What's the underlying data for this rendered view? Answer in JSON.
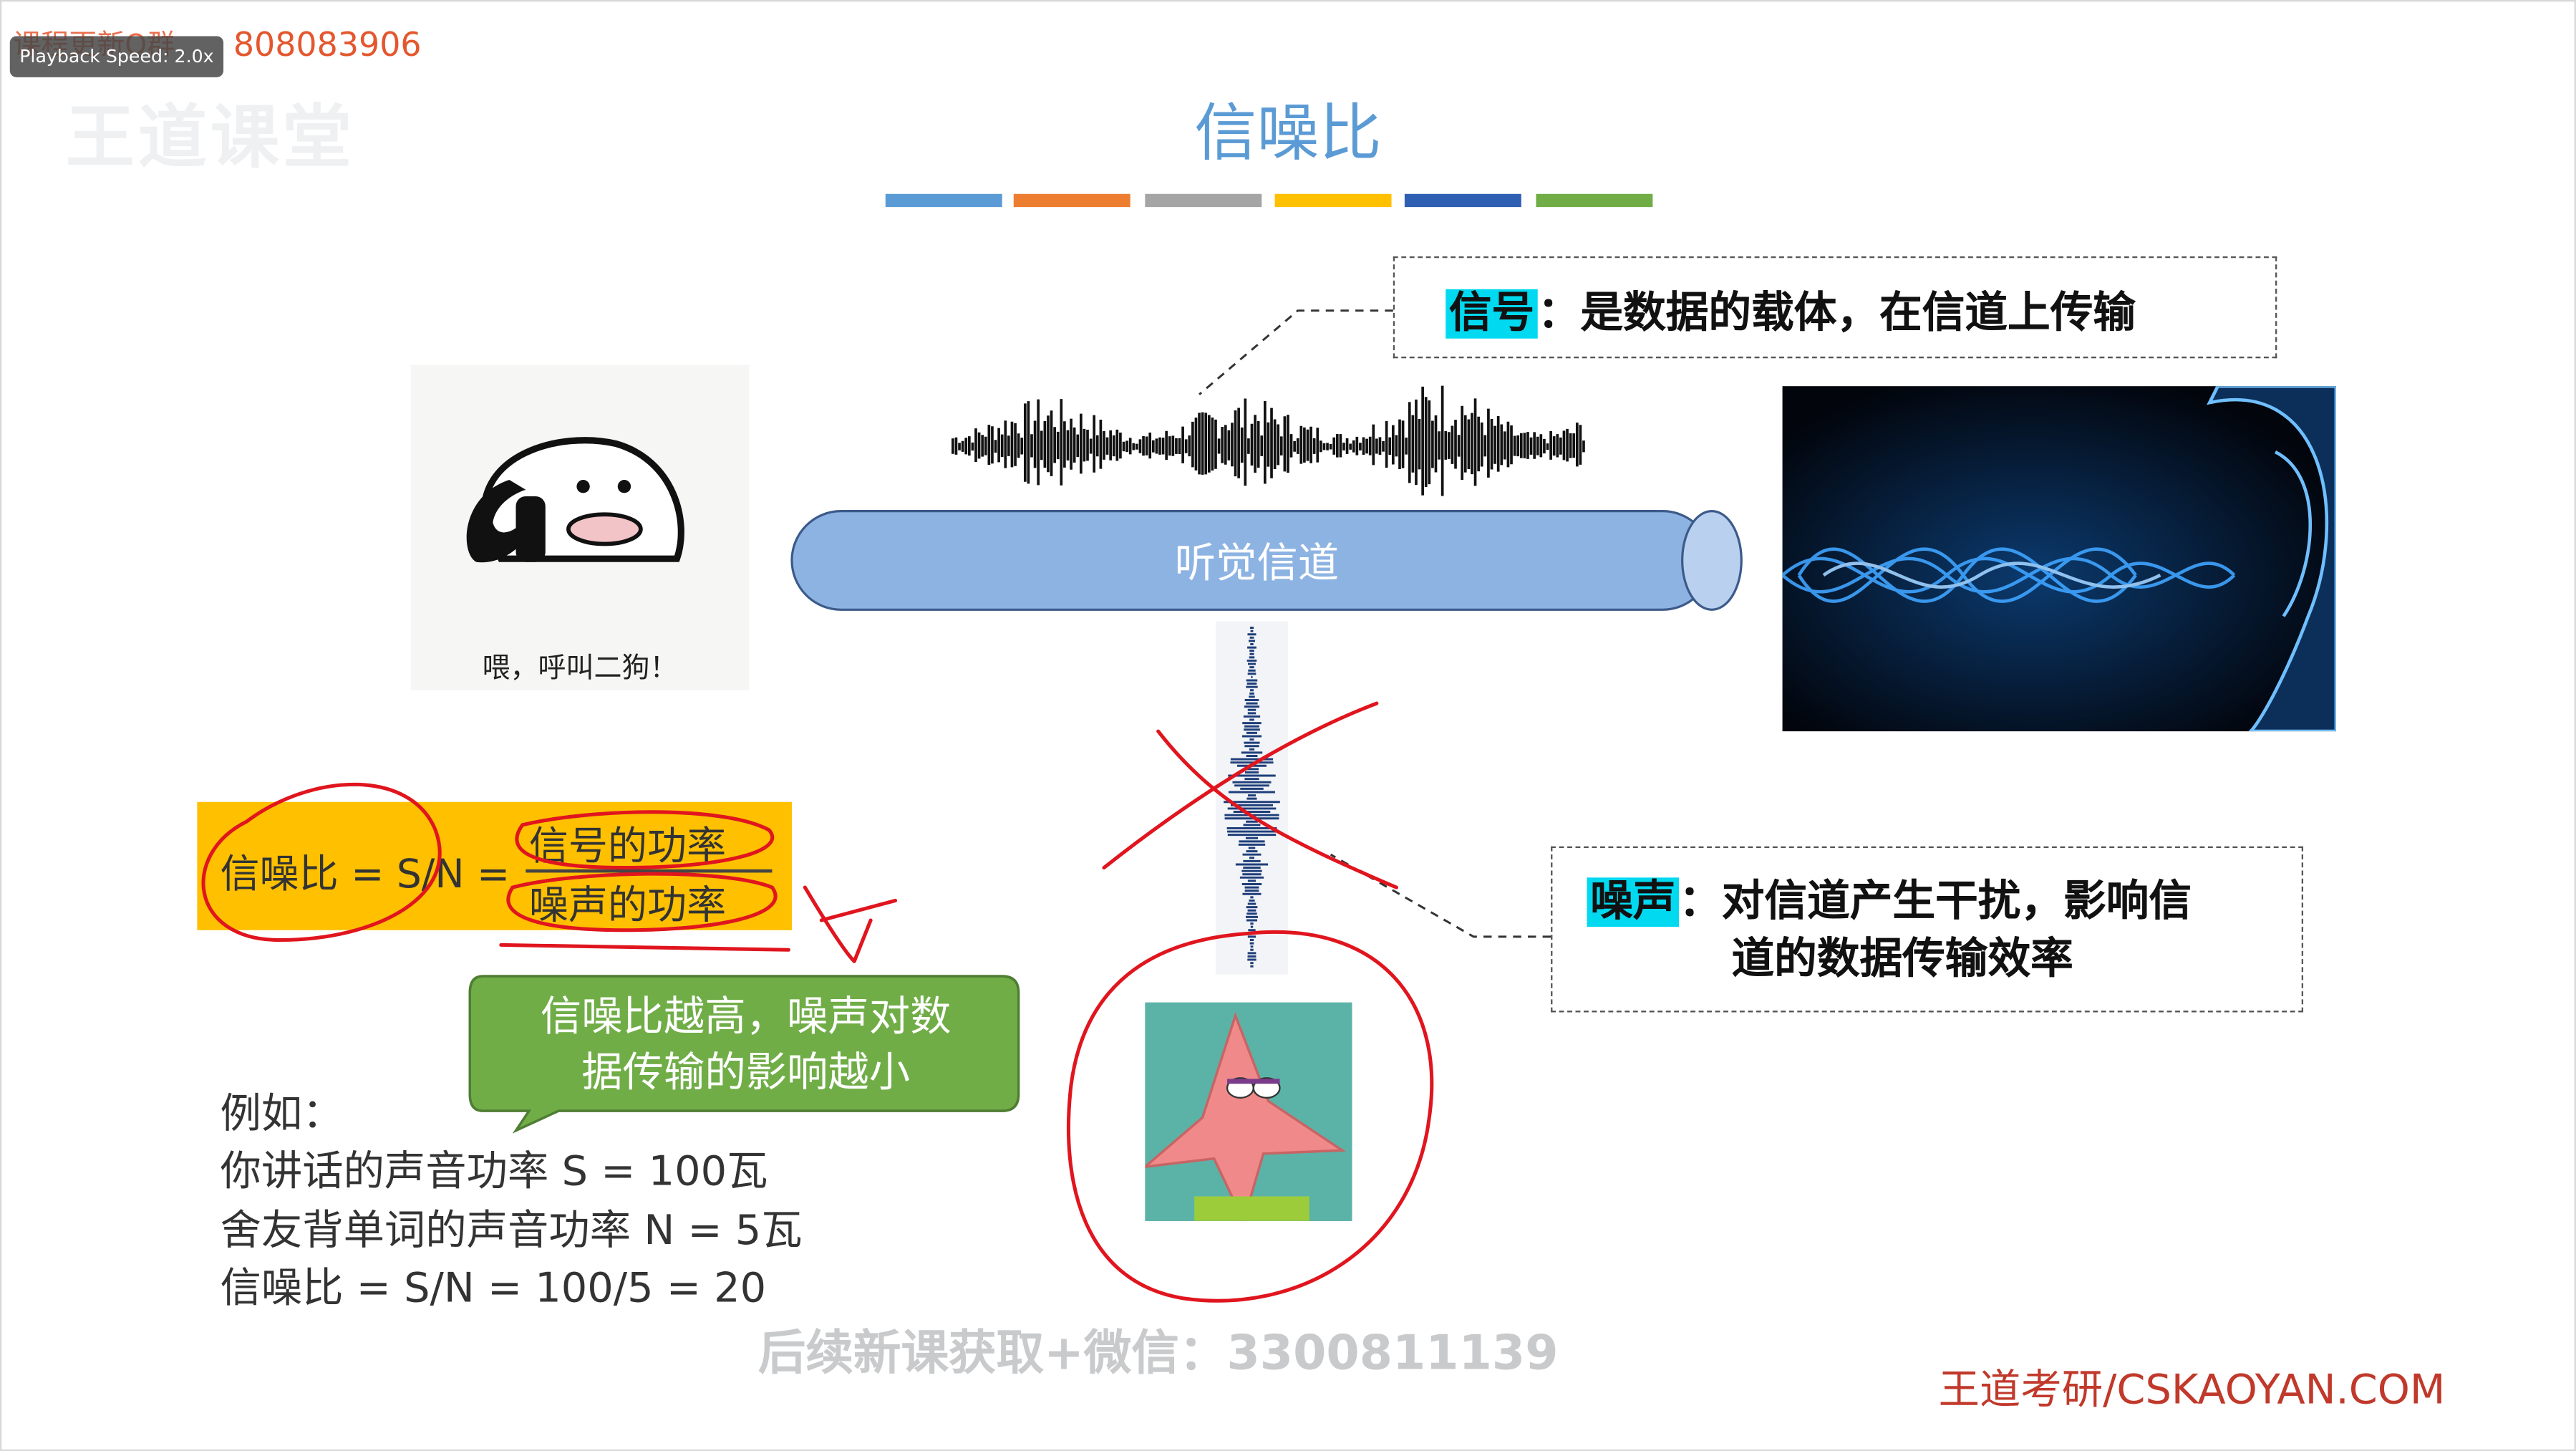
{
  "overlay": {
    "playback_speed": "Playback Speed: 2.0x",
    "top_number": "808083906",
    "top_text": "课程更新Q群",
    "logo_watermark": "王道课堂"
  },
  "slide": {
    "title": "信噪比",
    "color_bars": [
      "#5b9bd5",
      "#ed7d31",
      "#a5a5a5",
      "#ffc000",
      "#2f5fb3",
      "#70ad47"
    ],
    "signal": {
      "term": "信号",
      "desc": "：是数据的载体，在信道上传输"
    },
    "noise": {
      "term": "噪声",
      "desc_line1": "：对信道产生干扰，影响信",
      "desc_line2": "道的数据传输效率"
    },
    "channel_label": "听觉信道",
    "speaker_caption": "喂，呼叫二狗！",
    "formula": {
      "left": "信噪比 = S/N =",
      "numerator": "信号的功率",
      "denominator": "噪声的功率"
    },
    "bubble": {
      "line1": "信噪比越高，噪声对数",
      "line2": "据传输的影响越小"
    },
    "example": {
      "line1": "例如：",
      "line2": "你讲话的声音功率 S = 100瓦",
      "line3": "舍友背单词的声音功率 N = 5瓦",
      "line4": "信噪比 = S/N = 100/5 = 20"
    },
    "watermark_mid": "后续新课获取+微信：3300811139",
    "brand": "王道考研/CSKAOYAN.COM"
  }
}
